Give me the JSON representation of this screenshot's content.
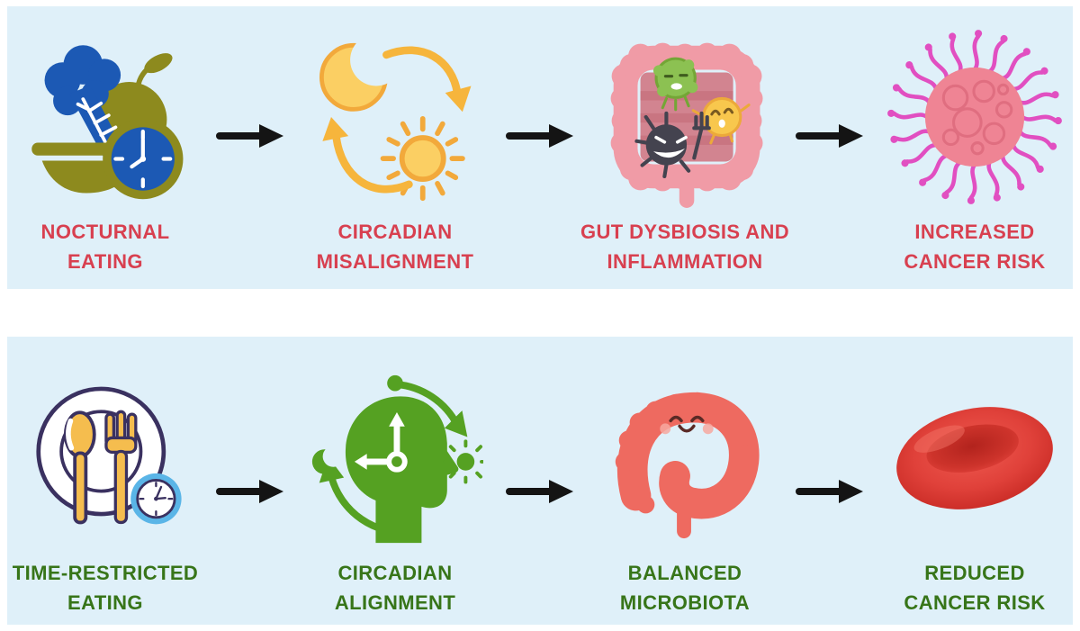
{
  "colors": {
    "canvas_bg": "#ffffff",
    "panel_bg": "#dff0f9",
    "row1_label": "#d84050",
    "row2_label": "#377519",
    "arrow": "#141414"
  },
  "rows": [
    {
      "name": "nocturnal-eating-pathway",
      "steps": [
        {
          "icon": "nocturnal-eating-icon",
          "line1": "NOCTURNAL",
          "line2": "EATING"
        },
        {
          "icon": "circadian-misalignment-icon",
          "line1": "CIRCADIAN",
          "line2": "MISALIGNMENT"
        },
        {
          "icon": "gut-dysbiosis-icon",
          "line1": "GUT DYSBIOSIS AND",
          "line2": "INFLAMMATION"
        },
        {
          "icon": "increased-cancer-risk-icon",
          "line1": "INCREASED",
          "line2": "CANCER RISK"
        }
      ]
    },
    {
      "name": "time-restricted-eating-pathway",
      "steps": [
        {
          "icon": "time-restricted-eating-icon",
          "line1": "TIME-RESTRICTED",
          "line2": "EATING"
        },
        {
          "icon": "circadian-alignment-icon",
          "line1": "CIRCADIAN",
          "line2": "ALIGNMENT"
        },
        {
          "icon": "balanced-microbiota-icon",
          "line1": "BALANCED",
          "line2": "MICROBIOTA"
        },
        {
          "icon": "reduced-cancer-risk-icon",
          "line1": "REDUCED",
          "line2": "CANCER RISK"
        }
      ]
    }
  ]
}
